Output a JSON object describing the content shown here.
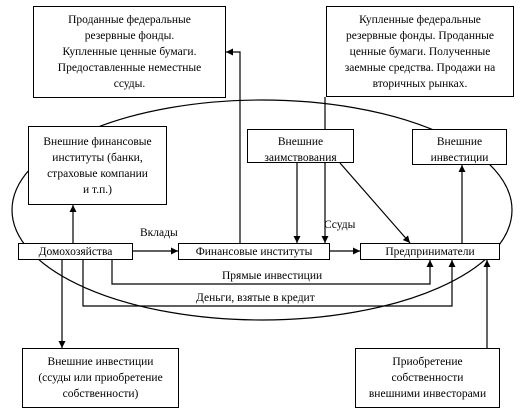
{
  "boxes": {
    "sold_assets": [
      "Проданные федеральные",
      "резервные фонды.",
      "Купленные ценные бумаги.",
      "Предоставленные неместные",
      "ссуды."
    ],
    "bought_assets": [
      "Купленные федеральные",
      "резервные фонды. Проданные",
      "ценные бумаги. Полученные",
      "заемные средства. Продажи на",
      "вторичных рынках."
    ],
    "external_fin_inst": [
      "Внешние финансовые",
      "институты (банки,",
      "страховые компании",
      "и т.п.)"
    ],
    "external_borrowing": [
      "Внешние",
      "заимствования"
    ],
    "external_investment_top": [
      "Внешние",
      "инвестиции"
    ],
    "households": [
      "Домохозяйства"
    ],
    "financial_institutions": [
      "Финансовые институты"
    ],
    "entrepreneurs": [
      "Предприниматели"
    ],
    "external_investment_bottom": [
      "Внешние инвестиции",
      "(ссуды или приобретение",
      "собственности)"
    ],
    "acquisition": [
      "Приобретение",
      "собственности",
      "внешними инвесторами"
    ]
  },
  "labels": {
    "deposits": "Вклады",
    "loans": "Ссуды",
    "direct_investment": "Прямые инвестиции",
    "borrowed_money": "Деньги, взятые в кредит"
  }
}
